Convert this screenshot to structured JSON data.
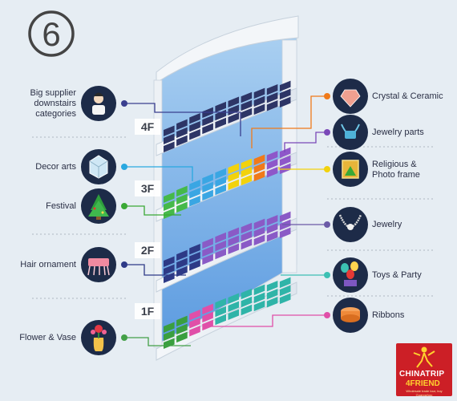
{
  "step_number": "6",
  "floors": [
    {
      "id": "4f",
      "label": "4F"
    },
    {
      "id": "3f",
      "label": "3F"
    },
    {
      "id": "2f",
      "label": "2F"
    },
    {
      "id": "1f",
      "label": "1F"
    }
  ],
  "left_categories": [
    {
      "id": "big-supplier",
      "label": "Big supplier\ndownstairs\ncategories",
      "icon": "person-icon",
      "color": "#3a3f8f"
    },
    {
      "id": "decor-arts",
      "label": "Decor arts",
      "icon": "crystal-box-icon",
      "color": "#29a8e0"
    },
    {
      "id": "festival",
      "label": "Festival",
      "icon": "christmas-tree-icon",
      "color": "#3aa935"
    },
    {
      "id": "hair-ornament",
      "label": "Hair ornament",
      "icon": "hair-clip-icon",
      "color": "#2e3a87"
    },
    {
      "id": "flower-vase",
      "label": "Flower & Vase",
      "icon": "flower-vase-icon",
      "color": "#43a047"
    }
  ],
  "right_categories": [
    {
      "id": "crystal-ceramic",
      "label": "Crystal & Ceramic",
      "icon": "gem-icon",
      "color": "#f07a1a"
    },
    {
      "id": "jewelry-parts",
      "label": "Jewelry parts",
      "icon": "beads-icon",
      "color": "#7a48b8"
    },
    {
      "id": "religious-photo",
      "label": "Religious &\nPhoto frame",
      "icon": "photo-frame-icon",
      "color": "#f2d20d"
    },
    {
      "id": "jewelry",
      "label": "Jewelry",
      "icon": "necklace-icon",
      "color": "#6b5aa6"
    },
    {
      "id": "toys-party",
      "label": "Toys & Party",
      "icon": "balloons-icon",
      "color": "#3cc0b3"
    },
    {
      "id": "ribbons",
      "label": "Ribbons",
      "icon": "ribbon-roll-icon",
      "color": "#e04fa8"
    }
  ],
  "logo": {
    "line1": "CHINATRIP",
    "line2": "4FRIEND",
    "tagline": "Wholesale trade tour, buy Guangzhou"
  }
}
